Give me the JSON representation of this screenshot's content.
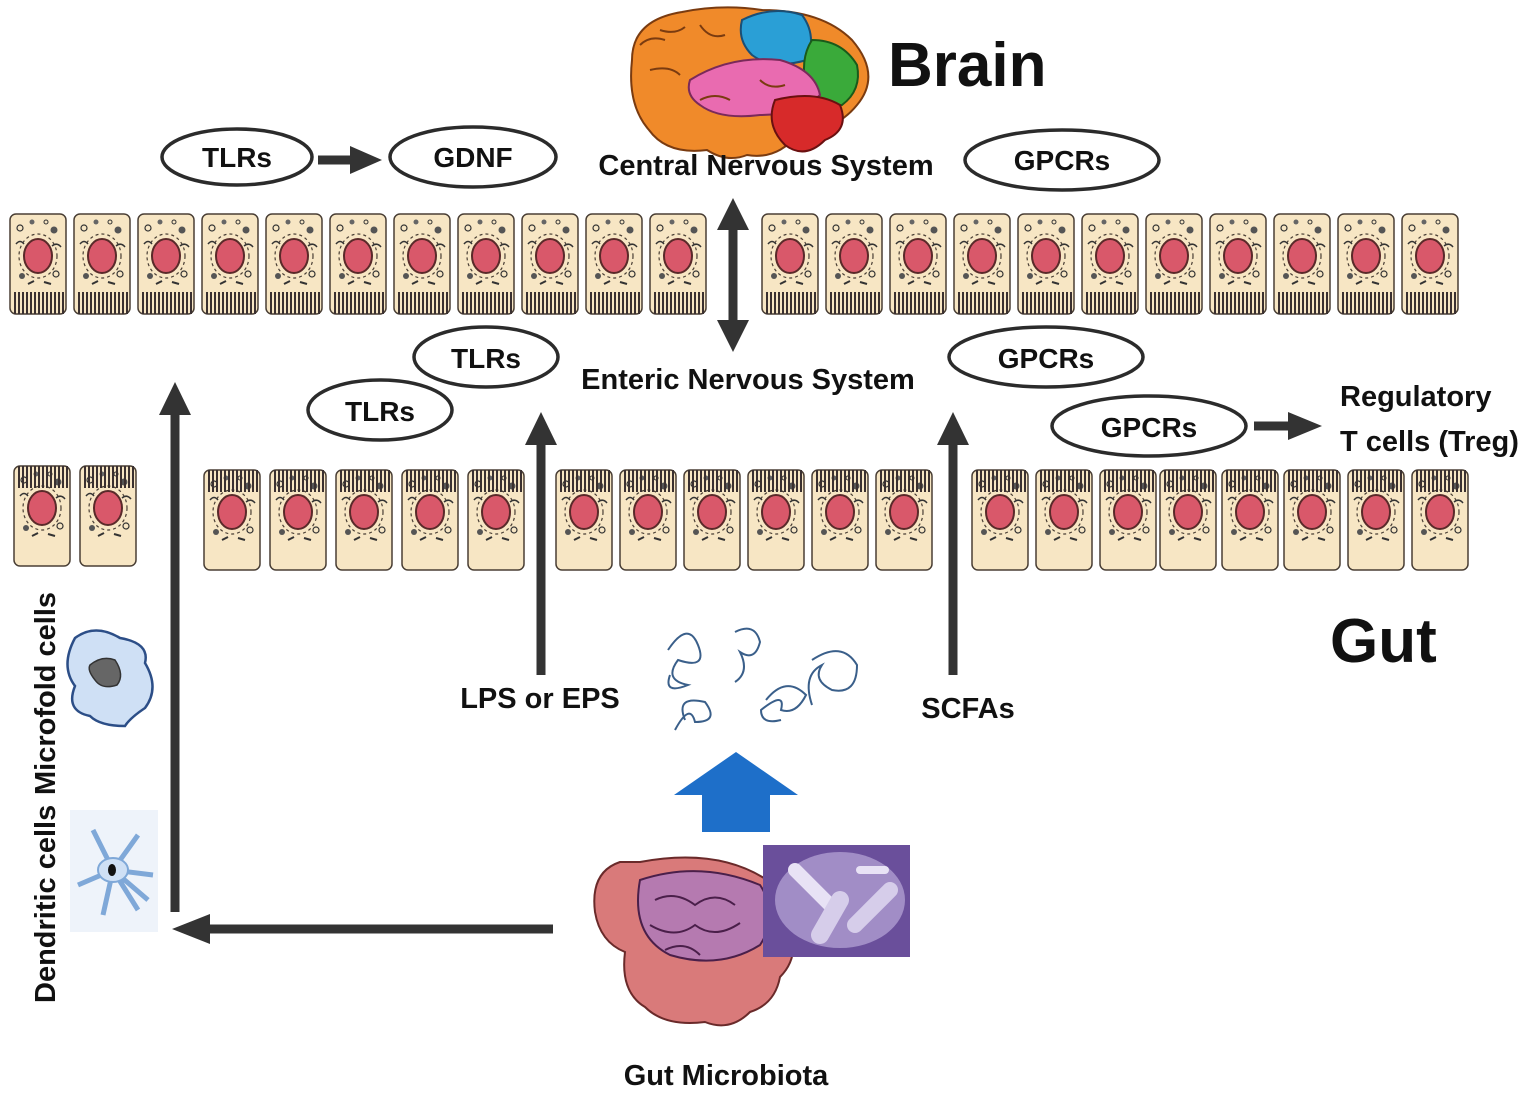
{
  "labels": {
    "brain": "Brain",
    "gut": "Gut",
    "cns": "Central Nervous System",
    "ens": "Enteric Nervous System",
    "regulatory_line1": "Regulatory",
    "regulatory_line2": "T cells (Treg)",
    "lps_eps": "LPS or EPS",
    "scfas": "SCFAs",
    "microfold": "Microfold cells",
    "dendritic": "Dendritic cells",
    "gut_microbiota": "Gut Microbiota"
  },
  "ovals": {
    "tlrs_top": "TLRs",
    "gdnf": "GDNF",
    "gpcrs_top": "GPCRs",
    "tlrs_mid": "TLRs",
    "tlrs_low": "TLRs",
    "gpcrs_mid": "GPCRs",
    "gpcrs_treg": "GPCRs"
  },
  "colors": {
    "arrow": "#333333",
    "up_arrow": "#1e6fc9",
    "cell_body": "#f7e6c4",
    "nucleus": "#d9586a",
    "microvilli": "#3a3030",
    "intestine": "#d97a7a",
    "small_intestine": "#b57ab0",
    "bacteria_bg": "#6a4f9b"
  },
  "icons": {
    "brain": "colored-brain-icon",
    "microbe_strands": "bacteria-strands-icon",
    "intestine": "intestine-icon",
    "bacteria_inset": "bacteria-micrograph-icon",
    "microfold_cell": "microfold-cell-icon",
    "dendritic_cell": "dendritic-cell-icon"
  }
}
